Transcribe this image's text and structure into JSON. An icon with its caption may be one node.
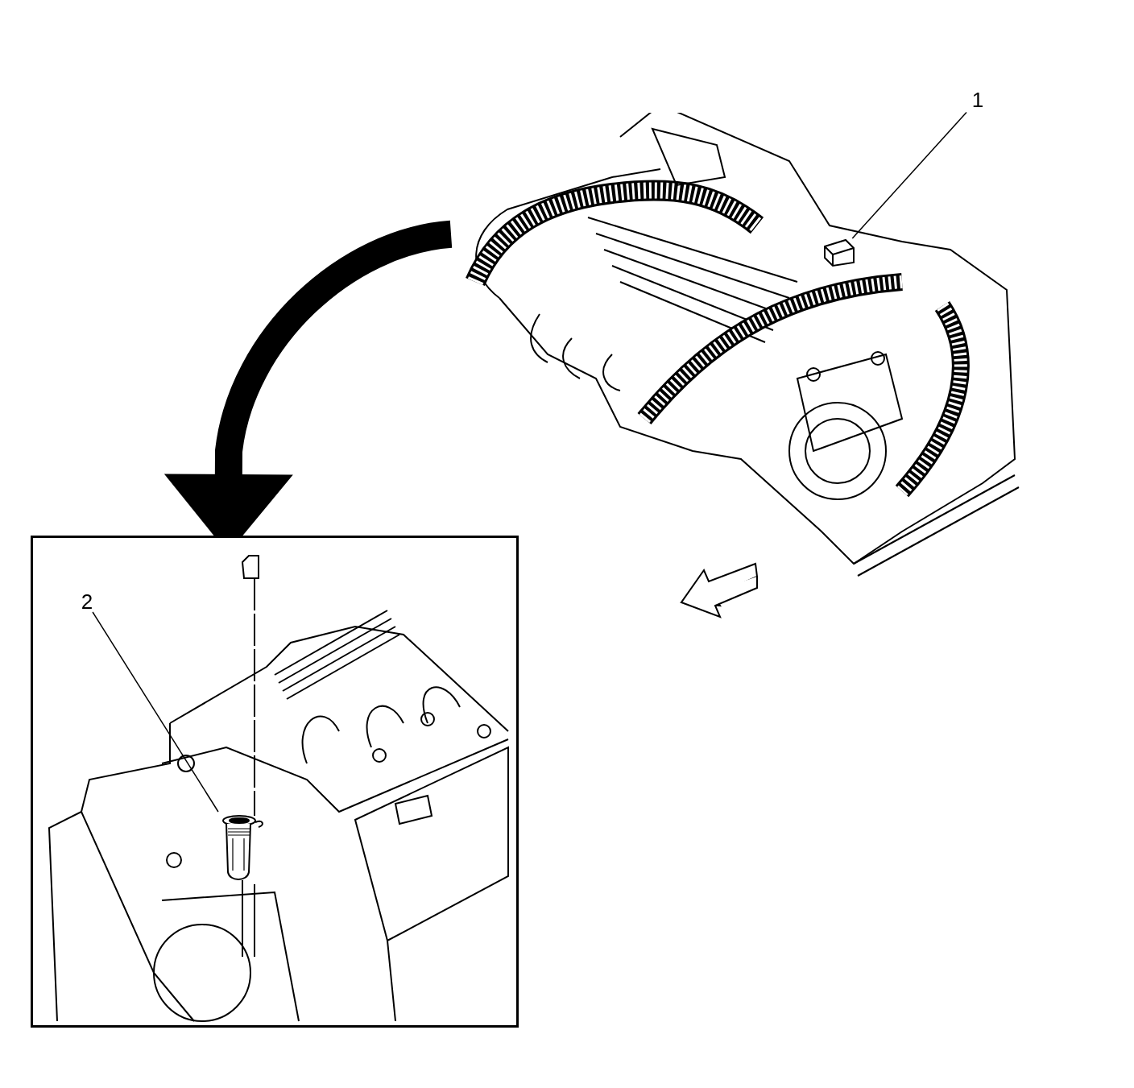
{
  "diagram": {
    "nodes": [
      {
        "text": [
          "1"
        ]
      },
      {
        "text": [],
        "shape": "picture",
        "in": 4
      },
      {
        "text": [
          "2"
        ],
        "in": 5
      },
      {
        "text": [],
        "shape": "picture",
        "in": 5
      },
      {
        "text": [],
        "shape": "picture"
      },
      {
        "text": [],
        "shape": "box"
      }
    ],
    "edges": [
      {
        "from": 0,
        "to": 1,
        "arrow": "none"
      },
      {
        "from": 2,
        "to": 3,
        "arrow": "none"
      },
      {
        "from": 4,
        "to": 5,
        "arrow": "to",
        "style": "thick"
      }
    ]
  }
}
